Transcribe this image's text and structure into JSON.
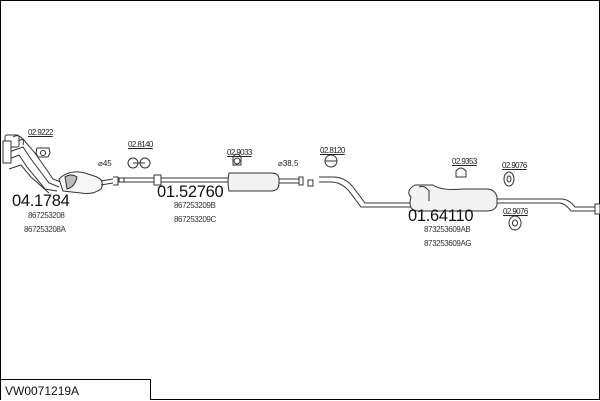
{
  "diagram_id": "VW0071219A",
  "sections": [
    {
      "part_no": "04.1784",
      "refs": [
        "867253208",
        "867253208A"
      ]
    },
    {
      "part_no": "01.52760",
      "refs": [
        "867253209B",
        "867253209C"
      ]
    },
    {
      "part_no": "01.64110",
      "refs": [
        "873253609AB",
        "873253609AG"
      ]
    }
  ],
  "fittings": {
    "f1": "02.9222",
    "f2": "02.8140",
    "f3": "02.9033",
    "f4": "02.8120",
    "f5": "02.9353",
    "f6": "02.9076",
    "f7": "02.9076"
  },
  "dimensions": {
    "d1": "⌀45",
    "d2": "⌀38,5"
  }
}
